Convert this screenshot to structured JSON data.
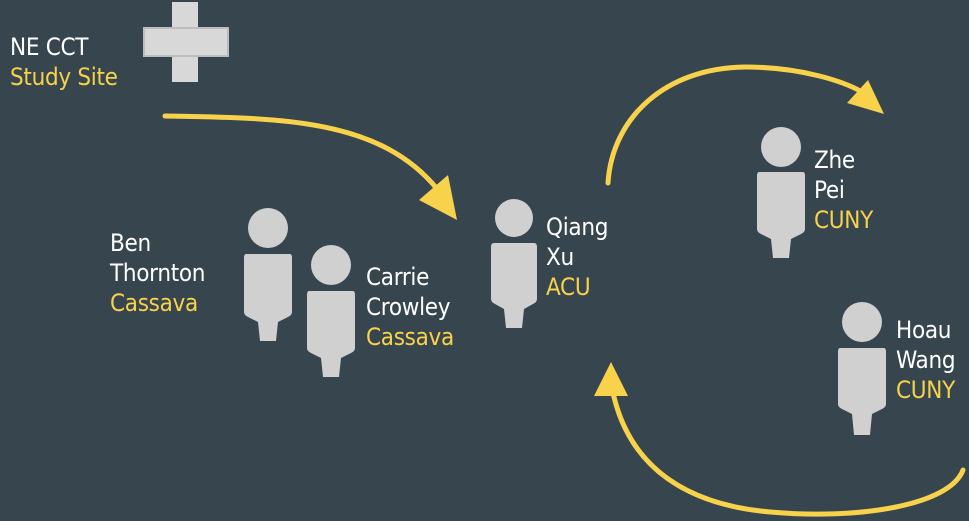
{
  "colors": {
    "background": "#37454f",
    "accent": "#f7d24a",
    "person": "#d0d0d0",
    "text": "#ffffff"
  },
  "site": {
    "name": "NE CCT",
    "subtitle": "Study Site",
    "icon": "plus-icon"
  },
  "people": [
    {
      "first": "Ben",
      "last": "Thornton",
      "org": "Cassava",
      "icon": "person-icon"
    },
    {
      "first": "Carrie",
      "last": "Crowley",
      "org": "Cassava",
      "icon": "person-icon"
    },
    {
      "first": "Qiang",
      "last": "Xu",
      "org": "ACU",
      "icon": "person-icon"
    },
    {
      "first": "Zhe",
      "last": "Pei",
      "org": "CUNY",
      "icon": "person-icon"
    },
    {
      "first": "Hoau",
      "last": "Wang",
      "org": "CUNY",
      "icon": "person-icon"
    }
  ],
  "arrows": [
    {
      "from": "NE CCT",
      "to": "Qiang Xu"
    },
    {
      "from": "Qiang Xu",
      "to": "Zhe Pei"
    },
    {
      "from": "Hoau Wang",
      "to": "Qiang Xu"
    }
  ]
}
